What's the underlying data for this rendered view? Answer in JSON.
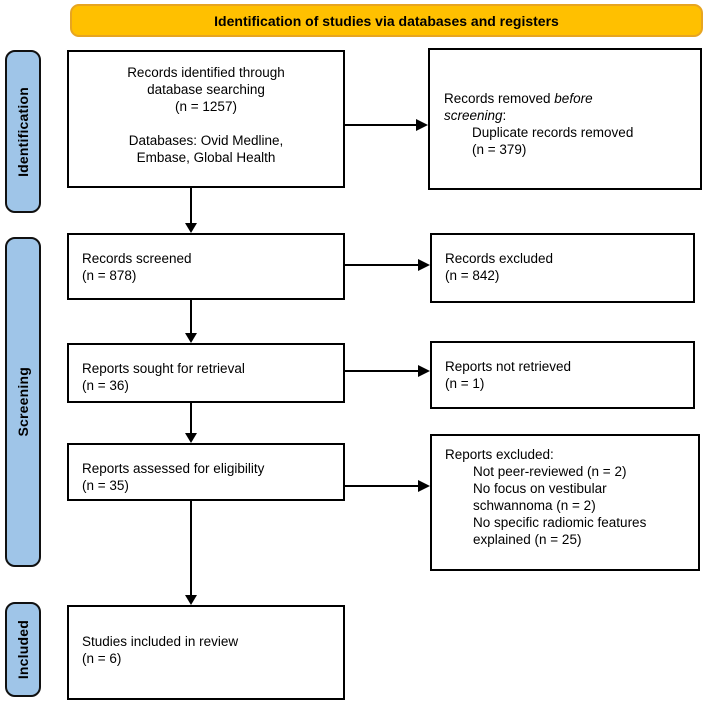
{
  "banner": {
    "label": "Identification of studies via databases and registers"
  },
  "sidebar": {
    "identification": "Identification",
    "screening": "Screening",
    "included": "Included"
  },
  "boxes": {
    "records_identified": {
      "para1": [
        "Records identified through",
        "database searching",
        "(n = 1257)"
      ],
      "para2": [
        "Databases: Ovid Medline,",
        "Embase, Global Health"
      ]
    },
    "records_removed": {
      "line1_normal": "Records removed ",
      "line1_italic": "before",
      "line2_italic": "screening",
      "line2_normal": ":",
      "items": [
        "Duplicate records removed",
        "(n = 379)"
      ]
    },
    "records_screened": {
      "lines": [
        "Records screened",
        "(n = 878)"
      ]
    },
    "records_excluded": {
      "lines": [
        "Records excluded",
        "(n = 842)"
      ]
    },
    "reports_sought": {
      "lines": [
        "Reports sought for retrieval",
        "(n = 36)"
      ]
    },
    "reports_not_retrieved": {
      "lines": [
        "Reports not retrieved",
        "(n = 1)"
      ]
    },
    "reports_assessed": {
      "lines": [
        "Reports assessed for eligibility",
        "(n = 35)"
      ]
    },
    "reports_excluded": {
      "title": "Reports excluded:",
      "items": [
        "Not peer-reviewed (n = 2)",
        "No focus on vestibular",
        "schwannoma (n = 2)",
        "No specific radiomic features",
        "explained (n = 25)"
      ]
    },
    "studies_included": {
      "lines": [
        "Studies included in review",
        "(n = 6)"
      ]
    }
  },
  "colors": {
    "banner_fill": "#FFC000",
    "banner_border": "#E7A521",
    "sidebar_fill": "#9FC5E8",
    "box_border": "#000000",
    "arrow": "#000000"
  }
}
